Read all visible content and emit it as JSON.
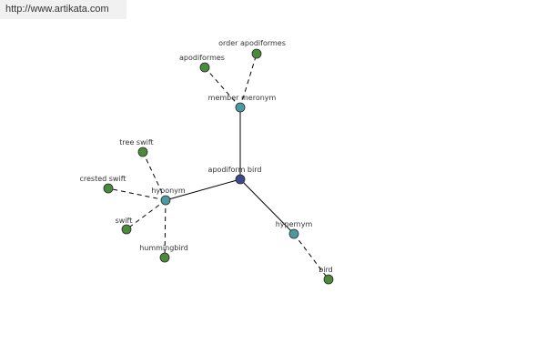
{
  "banner": {
    "url_text": "http://www.artikata.com"
  },
  "colors": {
    "center_node": "#3a4a8c",
    "relation_node": "#4a9aa0",
    "leaf_node": "#4a8a3a",
    "node_stroke": "#2a2a2a",
    "edge": "#000000"
  },
  "graph": {
    "nodes": [
      {
        "id": "apodiform-bird",
        "label": "apodiform bird",
        "kind": "center"
      },
      {
        "id": "member-meronym",
        "label": "member meronym",
        "kind": "relation"
      },
      {
        "id": "hyponym",
        "label": "hyponym",
        "kind": "relation"
      },
      {
        "id": "hypernym",
        "label": "hypernym",
        "kind": "relation"
      },
      {
        "id": "apodiformes",
        "label": "apodiformes",
        "kind": "leaf"
      },
      {
        "id": "order-apodiformes",
        "label": "order apodiformes",
        "kind": "leaf"
      },
      {
        "id": "tree-swift",
        "label": "tree swift",
        "kind": "leaf"
      },
      {
        "id": "crested-swift",
        "label": "crested swift",
        "kind": "leaf"
      },
      {
        "id": "swift",
        "label": "swift",
        "kind": "leaf"
      },
      {
        "id": "hummingbird",
        "label": "hummingbird",
        "kind": "leaf"
      },
      {
        "id": "bird",
        "label": "bird",
        "kind": "leaf"
      }
    ],
    "edges": [
      {
        "from": "apodiform-bird",
        "to": "member-meronym",
        "style": "solid"
      },
      {
        "from": "apodiform-bird",
        "to": "hyponym",
        "style": "solid"
      },
      {
        "from": "apodiform-bird",
        "to": "hypernym",
        "style": "solid"
      },
      {
        "from": "member-meronym",
        "to": "apodiformes",
        "style": "dashed"
      },
      {
        "from": "member-meronym",
        "to": "order-apodiformes",
        "style": "dashed"
      },
      {
        "from": "hyponym",
        "to": "tree-swift",
        "style": "dashed"
      },
      {
        "from": "hyponym",
        "to": "crested-swift",
        "style": "dashed"
      },
      {
        "from": "hyponym",
        "to": "swift",
        "style": "dashed"
      },
      {
        "from": "hyponym",
        "to": "hummingbird",
        "style": "dashed"
      },
      {
        "from": "hypernym",
        "to": "bird",
        "style": "dashed"
      }
    ]
  }
}
